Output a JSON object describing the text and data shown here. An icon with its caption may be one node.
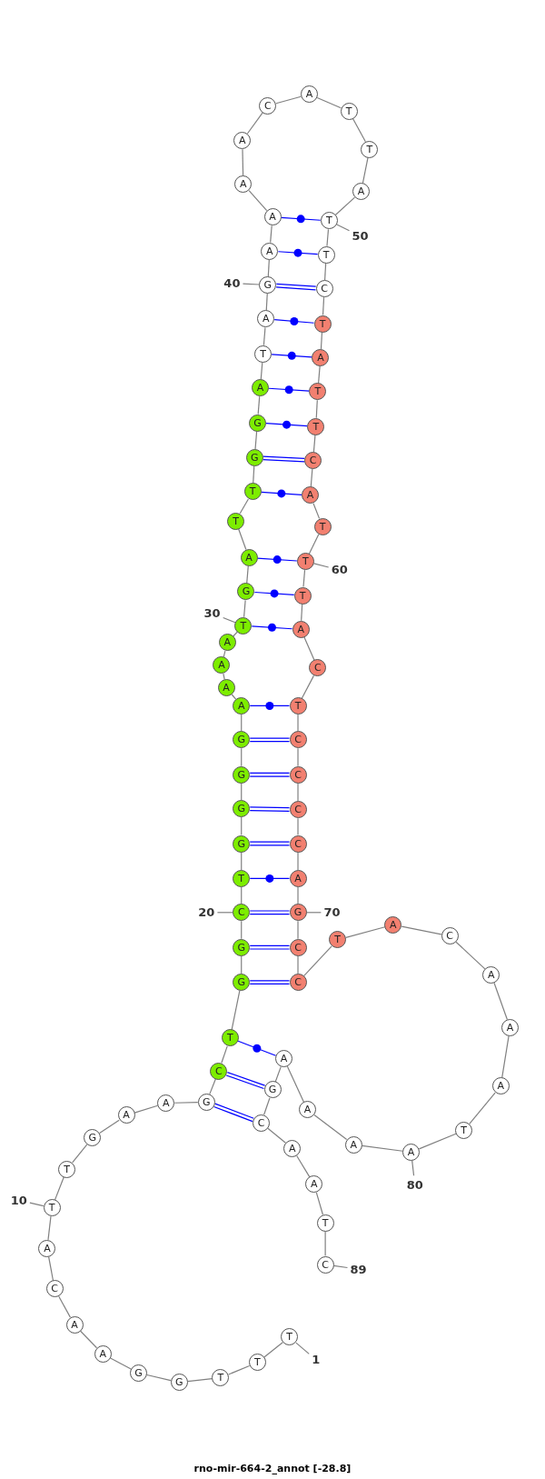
{
  "diagram": {
    "title": "rno-mir-664-2_annot [-28.8]",
    "nodes": [
      {
        "text": [
          "T"
        ]
      },
      {
        "text": [
          "T"
        ]
      },
      {
        "text": [
          "T"
        ]
      },
      {
        "text": [
          "G"
        ]
      },
      {
        "text": [
          "G"
        ]
      },
      {
        "text": [
          "A"
        ]
      },
      {
        "text": [
          "A"
        ]
      },
      {
        "text": [
          "C"
        ]
      },
      {
        "text": [
          "A"
        ]
      },
      {
        "text": [
          "T"
        ]
      },
      {
        "text": [
          "T"
        ]
      },
      {
        "text": [
          "G"
        ]
      },
      {
        "text": [
          "A"
        ]
      },
      {
        "text": [
          "A"
        ]
      },
      {
        "text": [
          "G"
        ]
      },
      {
        "text": [
          "C"
        ]
      },
      {
        "text": [
          "T"
        ]
      },
      {
        "text": [
          "G"
        ]
      },
      {
        "text": [
          "G"
        ]
      },
      {
        "text": [
          "C"
        ]
      },
      {
        "text": [
          "T"
        ]
      },
      {
        "text": [
          "G"
        ]
      },
      {
        "text": [
          "G"
        ]
      },
      {
        "text": [
          "G"
        ]
      },
      {
        "text": [
          "G"
        ]
      },
      {
        "text": [
          "A"
        ]
      },
      {
        "text": [
          "A"
        ]
      },
      {
        "text": [
          "A"
        ]
      },
      {
        "text": [
          "A"
        ]
      },
      {
        "text": [
          "T"
        ]
      },
      {
        "text": [
          "G"
        ]
      },
      {
        "text": [
          "A"
        ]
      },
      {
        "text": [
          "T"
        ]
      },
      {
        "text": [
          "T"
        ]
      },
      {
        "text": [
          "G"
        ]
      },
      {
        "text": [
          "G"
        ]
      },
      {
        "text": [
          "A"
        ]
      },
      {
        "text": [
          "T"
        ]
      },
      {
        "text": [
          "A"
        ]
      },
      {
        "text": [
          "G"
        ]
      },
      {
        "text": [
          "A"
        ]
      },
      {
        "text": [
          "A"
        ]
      },
      {
        "text": [
          "A"
        ]
      },
      {
        "text": [
          "A"
        ]
      },
      {
        "text": [
          "C"
        ]
      },
      {
        "text": [
          "A"
        ]
      },
      {
        "text": [
          "T"
        ]
      },
      {
        "text": [
          "T"
        ]
      },
      {
        "text": [
          "A"
        ]
      },
      {
        "text": [
          "T"
        ]
      },
      {
        "text": [
          "T"
        ]
      },
      {
        "text": [
          "C"
        ]
      },
      {
        "text": [
          "T"
        ]
      },
      {
        "text": [
          "A"
        ]
      },
      {
        "text": [
          "T"
        ]
      },
      {
        "text": [
          "T"
        ]
      },
      {
        "text": [
          "C"
        ]
      },
      {
        "text": [
          "A"
        ]
      },
      {
        "text": [
          "T"
        ]
      },
      {
        "text": [
          "T"
        ]
      },
      {
        "text": [
          "T"
        ]
      },
      {
        "text": [
          "A"
        ]
      },
      {
        "text": [
          "C"
        ]
      },
      {
        "text": [
          "T"
        ]
      },
      {
        "text": [
          "C"
        ]
      },
      {
        "text": [
          "C"
        ]
      },
      {
        "text": [
          "C"
        ]
      },
      {
        "text": [
          "C"
        ]
      },
      {
        "text": [
          "A"
        ]
      },
      {
        "text": [
          "G"
        ]
      },
      {
        "text": [
          "C"
        ]
      },
      {
        "text": [
          "C"
        ]
      },
      {
        "text": [
          "T"
        ]
      },
      {
        "text": [
          "A"
        ]
      },
      {
        "text": [
          "C"
        ]
      },
      {
        "text": [
          "A"
        ]
      },
      {
        "text": [
          "A"
        ]
      },
      {
        "text": [
          "A"
        ]
      },
      {
        "text": [
          "T"
        ]
      },
      {
        "text": [
          "A"
        ]
      },
      {
        "text": [
          "A"
        ]
      },
      {
        "text": [
          "A"
        ]
      },
      {
        "text": [
          "A"
        ]
      },
      {
        "text": [
          "G"
        ]
      },
      {
        "text": [
          "C"
        ]
      },
      {
        "text": [
          "A"
        ]
      },
      {
        "text": [
          "A"
        ]
      },
      {
        "text": [
          "T"
        ]
      },
      {
        "text": [
          "C"
        ]
      },
      {
        "text": [
          "1"
        ]
      },
      {
        "text": [
          "10"
        ]
      },
      {
        "text": [
          "20"
        ]
      },
      {
        "text": [
          "30"
        ]
      },
      {
        "text": [
          "40"
        ]
      },
      {
        "text": [
          "50"
        ]
      },
      {
        "text": [
          "60"
        ]
      },
      {
        "text": [
          "70"
        ]
      },
      {
        "text": [
          "80"
        ]
      },
      {
        "text": [
          "89"
        ]
      }
    ],
    "edges": [
      {
        "from": 0,
        "to": 1,
        "arrow": "none"
      },
      {
        "from": 1,
        "to": 2,
        "arrow": "none"
      },
      {
        "from": 2,
        "to": 3,
        "arrow": "none"
      },
      {
        "from": 3,
        "to": 4,
        "arrow": "none"
      },
      {
        "from": 4,
        "to": 5,
        "arrow": "none"
      },
      {
        "from": 5,
        "to": 6,
        "arrow": "none"
      },
      {
        "from": 6,
        "to": 7,
        "arrow": "none"
      },
      {
        "from": 7,
        "to": 8,
        "arrow": "none"
      },
      {
        "from": 8,
        "to": 9,
        "arrow": "none"
      },
      {
        "from": 9,
        "to": 10,
        "arrow": "none"
      },
      {
        "from": 10,
        "to": 11,
        "arrow": "none"
      },
      {
        "from": 11,
        "to": 12,
        "arrow": "none"
      },
      {
        "from": 12,
        "to": 13,
        "arrow": "none"
      },
      {
        "from": 13,
        "to": 14,
        "arrow": "none"
      },
      {
        "from": 14,
        "to": 15,
        "arrow": "none"
      },
      {
        "from": 15,
        "to": 16,
        "arrow": "none"
      },
      {
        "from": 16,
        "to": 17,
        "arrow": "none"
      },
      {
        "from": 17,
        "to": 18,
        "arrow": "none"
      },
      {
        "from": 18,
        "to": 19,
        "arrow": "none"
      },
      {
        "from": 19,
        "to": 20,
        "arrow": "none"
      },
      {
        "from": 20,
        "to": 21,
        "arrow": "none"
      },
      {
        "from": 21,
        "to": 22,
        "arrow": "none"
      },
      {
        "from": 22,
        "to": 23,
        "arrow": "none"
      },
      {
        "from": 23,
        "to": 24,
        "arrow": "none"
      },
      {
        "from": 24,
        "to": 25,
        "arrow": "none"
      },
      {
        "from": 25,
        "to": 26,
        "arrow": "none"
      },
      {
        "from": 26,
        "to": 27,
        "arrow": "none"
      },
      {
        "from": 27,
        "to": 28,
        "arrow": "none"
      },
      {
        "from": 28,
        "to": 29,
        "arrow": "none"
      },
      {
        "from": 29,
        "to": 30,
        "arrow": "none"
      },
      {
        "from": 30,
        "to": 31,
        "arrow": "none"
      },
      {
        "from": 31,
        "to": 32,
        "arrow": "none"
      },
      {
        "from": 32,
        "to": 33,
        "arrow": "none"
      },
      {
        "from": 33,
        "to": 34,
        "arrow": "none"
      },
      {
        "from": 34,
        "to": 35,
        "arrow": "none"
      },
      {
        "from": 35,
        "to": 36,
        "arrow": "none"
      },
      {
        "from": 36,
        "to": 37,
        "arrow": "none"
      },
      {
        "from": 37,
        "to": 38,
        "arrow": "none"
      },
      {
        "from": 38,
        "to": 39,
        "arrow": "none"
      },
      {
        "from": 39,
        "to": 40,
        "arrow": "none"
      },
      {
        "from": 40,
        "to": 41,
        "arrow": "none"
      },
      {
        "from": 41,
        "to": 42,
        "arrow": "none"
      },
      {
        "from": 42,
        "to": 43,
        "arrow": "none"
      },
      {
        "from": 43,
        "to": 44,
        "arrow": "none"
      },
      {
        "from": 44,
        "to": 45,
        "arrow": "none"
      },
      {
        "from": 45,
        "to": 46,
        "arrow": "none"
      },
      {
        "from": 46,
        "to": 47,
        "arrow": "none"
      },
      {
        "from": 47,
        "to": 48,
        "arrow": "none"
      },
      {
        "from": 48,
        "to": 49,
        "arrow": "none"
      },
      {
        "from": 49,
        "to": 50,
        "arrow": "none"
      },
      {
        "from": 50,
        "to": 51,
        "arrow": "none"
      },
      {
        "from": 51,
        "to": 52,
        "arrow": "none"
      },
      {
        "from": 52,
        "to": 53,
        "arrow": "none"
      },
      {
        "from": 53,
        "to": 54,
        "arrow": "none"
      },
      {
        "from": 54,
        "to": 55,
        "arrow": "none"
      },
      {
        "from": 55,
        "to": 56,
        "arrow": "none"
      },
      {
        "from": 56,
        "to": 57,
        "arrow": "none"
      },
      {
        "from": 57,
        "to": 58,
        "arrow": "none"
      },
      {
        "from": 58,
        "to": 59,
        "arrow": "none"
      },
      {
        "from": 59,
        "to": 60,
        "arrow": "none"
      },
      {
        "from": 60,
        "to": 61,
        "arrow": "none"
      },
      {
        "from": 61,
        "to": 62,
        "arrow": "none"
      },
      {
        "from": 62,
        "to": 63,
        "arrow": "none"
      },
      {
        "from": 63,
        "to": 64,
        "arrow": "none"
      },
      {
        "from": 64,
        "to": 65,
        "arrow": "none"
      },
      {
        "from": 65,
        "to": 66,
        "arrow": "none"
      },
      {
        "from": 66,
        "to": 67,
        "arrow": "none"
      },
      {
        "from": 67,
        "to": 68,
        "arrow": "none"
      },
      {
        "from": 68,
        "to": 69,
        "arrow": "none"
      },
      {
        "from": 69,
        "to": 70,
        "arrow": "none"
      },
      {
        "from": 70,
        "to": 71,
        "arrow": "none"
      },
      {
        "from": 71,
        "to": 72,
        "arrow": "none"
      },
      {
        "from": 72,
        "to": 73,
        "arrow": "none"
      },
      {
        "from": 73,
        "to": 74,
        "arrow": "none"
      },
      {
        "from": 74,
        "to": 75,
        "arrow": "none"
      },
      {
        "from": 75,
        "to": 76,
        "arrow": "none"
      },
      {
        "from": 76,
        "to": 77,
        "arrow": "none"
      },
      {
        "from": 77,
        "to": 78,
        "arrow": "none"
      },
      {
        "from": 78,
        "to": 79,
        "arrow": "none"
      },
      {
        "from": 79,
        "to": 80,
        "arrow": "none"
      },
      {
        "from": 80,
        "to": 81,
        "arrow": "none"
      },
      {
        "from": 81,
        "to": 82,
        "arrow": "none"
      },
      {
        "from": 82,
        "to": 83,
        "arrow": "none"
      },
      {
        "from": 83,
        "to": 84,
        "arrow": "none"
      },
      {
        "from": 84,
        "to": 85,
        "arrow": "none"
      },
      {
        "from": 85,
        "to": 86,
        "arrow": "none"
      },
      {
        "from": 86,
        "to": 87,
        "arrow": "none"
      },
      {
        "from": 87,
        "to": 88,
        "arrow": "none"
      },
      {
        "from": 41,
        "to": 49,
        "arrow": "none",
        "color": "#0000ff"
      },
      {
        "from": 40,
        "to": 50,
        "arrow": "none",
        "color": "#0000ff"
      },
      {
        "from": 39,
        "to": 51,
        "arrow": "none",
        "color": "#0000ff"
      },
      {
        "from": 38,
        "to": 52,
        "arrow": "none",
        "color": "#0000ff"
      },
      {
        "from": 37,
        "to": 53,
        "arrow": "none",
        "color": "#0000ff"
      },
      {
        "from": 36,
        "to": 54,
        "arrow": "none",
        "color": "#0000ff"
      },
      {
        "from": 35,
        "to": 55,
        "arrow": "none",
        "color": "#0000ff"
      },
      {
        "from": 34,
        "to": 56,
        "arrow": "none",
        "color": "#0000ff"
      },
      {
        "from": 33,
        "to": 57,
        "arrow": "none",
        "color": "#0000ff"
      },
      {
        "from": 31,
        "to": 59,
        "arrow": "none",
        "color": "#0000ff"
      },
      {
        "from": 30,
        "to": 60,
        "arrow": "none",
        "color": "#0000ff"
      },
      {
        "from": 29,
        "to": 61,
        "arrow": "none",
        "color": "#0000ff"
      },
      {
        "from": 25,
        "to": 63,
        "arrow": "none",
        "color": "#0000ff"
      },
      {
        "from": 24,
        "to": 64,
        "arrow": "none",
        "color": "#0000ff"
      },
      {
        "from": 23,
        "to": 65,
        "arrow": "none",
        "color": "#0000ff"
      },
      {
        "from": 22,
        "to": 66,
        "arrow": "none",
        "color": "#0000ff"
      },
      {
        "from": 21,
        "to": 67,
        "arrow": "none",
        "color": "#0000ff"
      },
      {
        "from": 20,
        "to": 68,
        "arrow": "none",
        "color": "#0000ff"
      },
      {
        "from": 19,
        "to": 69,
        "arrow": "none",
        "color": "#0000ff"
      },
      {
        "from": 18,
        "to": 70,
        "arrow": "none",
        "color": "#0000ff"
      },
      {
        "from": 17,
        "to": 71,
        "arrow": "none",
        "color": "#0000ff"
      },
      {
        "from": 16,
        "to": 82,
        "arrow": "none",
        "color": "#0000ff"
      },
      {
        "from": 15,
        "to": 83,
        "arrow": "none",
        "color": "#0000ff"
      },
      {
        "from": 14,
        "to": 84,
        "arrow": "none",
        "color": "#0000ff"
      },
      {
        "from": 89,
        "to": 0,
        "arrow": "none"
      },
      {
        "from": 90,
        "to": 9,
        "arrow": "none"
      },
      {
        "from": 91,
        "to": 19,
        "arrow": "none"
      },
      {
        "from": 92,
        "to": 29,
        "arrow": "none"
      },
      {
        "from": 93,
        "to": 39,
        "arrow": "none"
      },
      {
        "from": 94,
        "to": 49,
        "arrow": "none"
      },
      {
        "from": 95,
        "to": 59,
        "arrow": "none"
      },
      {
        "from": 96,
        "to": 69,
        "arrow": "none"
      },
      {
        "from": 97,
        "to": 79,
        "arrow": "none"
      },
      {
        "from": 98,
        "to": 88,
        "arrow": "none"
      }
    ]
  }
}
